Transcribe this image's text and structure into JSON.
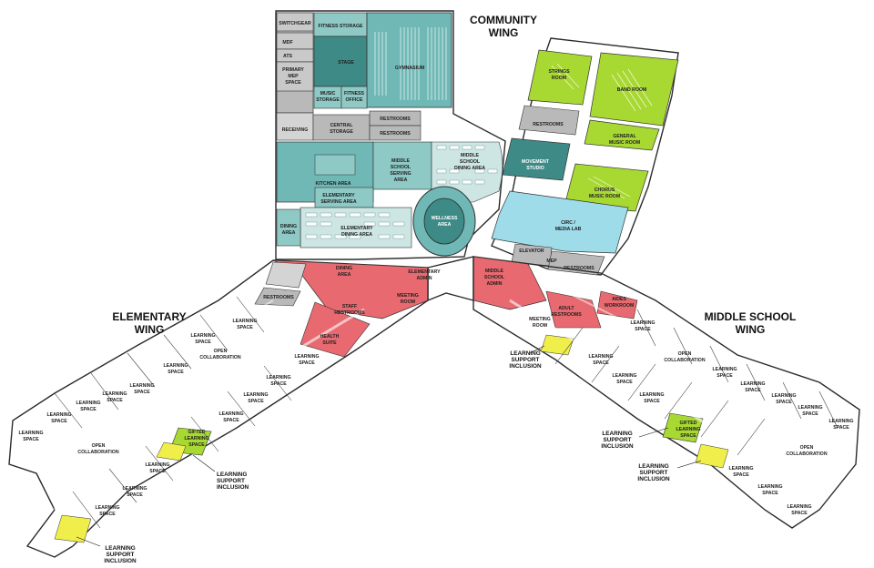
{
  "colors": {
    "teal": "#6fb8b6",
    "teal_dark": "#3d8a86",
    "lime": "#a8d832",
    "purple": "#6d6ee6",
    "red": "#e86a70",
    "light_blue": "#9edcea",
    "yellow": "#f0ee4a",
    "gray": "#b9b9b9",
    "outline": "#2b2b2b"
  },
  "wings": {
    "community": [
      "COMMUNITY",
      "WING"
    ],
    "elementary": [
      "ELEMENTARY",
      "WING"
    ],
    "middle": [
      "MIDDLE SCHOOL",
      "WING"
    ]
  },
  "rooms": {
    "switchgear": "SWITCHGEAR",
    "fitness_storage": "FITNESS STORAGE",
    "mdf": "MDF",
    "ats": "ATS",
    "primary_mep": [
      "PRIMARY",
      "MEP",
      "SPACE"
    ],
    "stage": "STAGE",
    "gymnasium": "GYMNASIUM",
    "music_storage": [
      "MUSIC",
      "STORAGE"
    ],
    "fitness_office": [
      "FITNESS",
      "OFFICE"
    ],
    "receiving": "RECEIVING",
    "central_storage": [
      "CENTRAL",
      "STORAGE"
    ],
    "restrooms_top": "RESTROOMS",
    "restrooms_top2": "RESTROOMS",
    "kitchen": "KITCHEN  AREA",
    "ms_serving": [
      "MIDDLE",
      "SCHOOL",
      "SERVING",
      "AREA"
    ],
    "ms_dining": [
      "MIDDLE",
      "SCHOOL",
      "DINING AREA"
    ],
    "elem_serving": [
      "ELEMENTARY",
      "SERVING AREA"
    ],
    "wellness": [
      "WELLNESS",
      "AREA"
    ],
    "dining_left": [
      "DINING",
      "AREA"
    ],
    "elem_dining": [
      "ELEMENTARY",
      "DINING AREA"
    ],
    "strings": [
      "STRINGS",
      "ROOM"
    ],
    "band": "BAND ROOM",
    "restrooms_cw": "RESTROOMS",
    "general_music": [
      "GENERAL",
      "MUSIC ROOM"
    ],
    "movement": [
      "MOVEMENT",
      "STUDIO"
    ],
    "chorus": [
      "CHORUS",
      "MUSIC ROOM"
    ],
    "media_lab": [
      "CIRC /",
      "MEDIA LAB"
    ],
    "elevator": "ELEVATOR",
    "mep": "MEP",
    "restrooms_cw2": "RESTROOMS",
    "dining_area_small": [
      "DINING",
      "AREA"
    ],
    "elementary_admin": [
      "ELEMENTARY",
      "ADMIN"
    ],
    "ms_admin": [
      "MIDDLE",
      "SCHOOL",
      "ADMIN"
    ],
    "restrooms_elem": "RESTROOMS",
    "staff_restrooms": [
      "STAFF",
      "RESTROOMS"
    ],
    "meeting_room": [
      "MEETING",
      "ROOM"
    ],
    "health_suite": [
      "HEALTH",
      "SUITE"
    ],
    "meeting_room_ms": [
      "MEETING",
      "ROOM"
    ],
    "adult_restrooms": [
      "ADULT",
      "RESTROOMS"
    ],
    "aides_workroom": [
      "AIDES",
      "WORKROOM"
    ],
    "open_collab": [
      "OPEN",
      "COLLABORATION"
    ],
    "learning_space": [
      "LEARNING",
      "SPACE"
    ],
    "gifted": [
      "GIFTED",
      "LEARNING",
      "SPACE"
    ]
  },
  "callouts": {
    "lsi": [
      "LEARNING",
      "SUPPORT",
      "INCLUSION"
    ]
  }
}
